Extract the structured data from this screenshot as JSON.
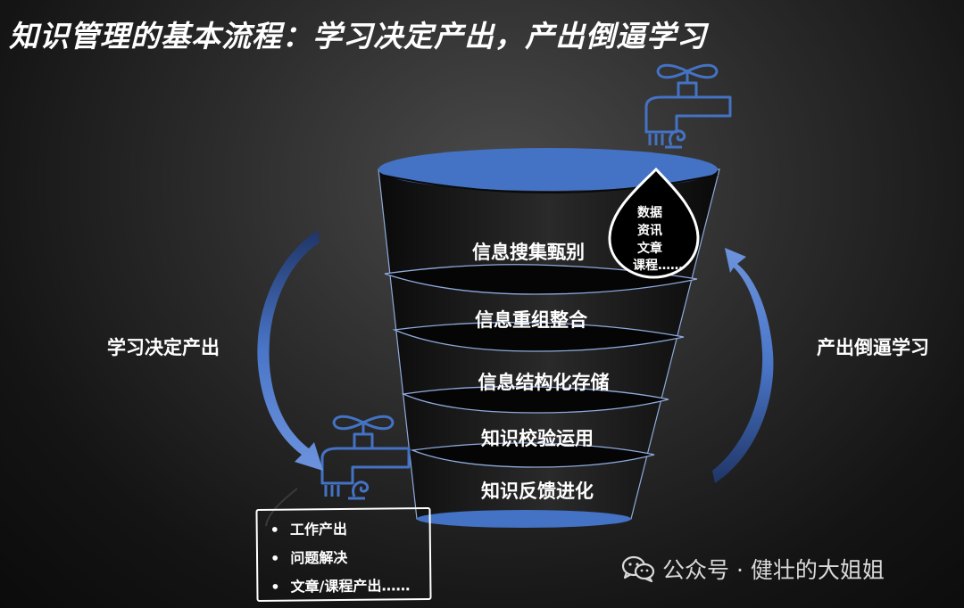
{
  "title": "知识管理的基本流程：学习决定产出，产出倒逼学习",
  "layers": [
    "信息搜集甄别",
    "信息重组整合",
    "信息结构化存储",
    "知识校验运用",
    "知识反馈进化"
  ],
  "input_drop": [
    "数据",
    "资讯",
    "文章",
    "课程……"
  ],
  "left_cycle_label": "学习决定产出",
  "right_cycle_label": "产出倒逼学习",
  "outputs": [
    "工作产出",
    "问题解决",
    "文章/课程产出……"
  ],
  "watermark": {
    "icon": "wechat-icon",
    "text": "公众号 · 健壮的大姐姐"
  },
  "colors": {
    "accent_blue": "#4472c4",
    "background": "#1e1e1e",
    "text": "#ffffff"
  }
}
